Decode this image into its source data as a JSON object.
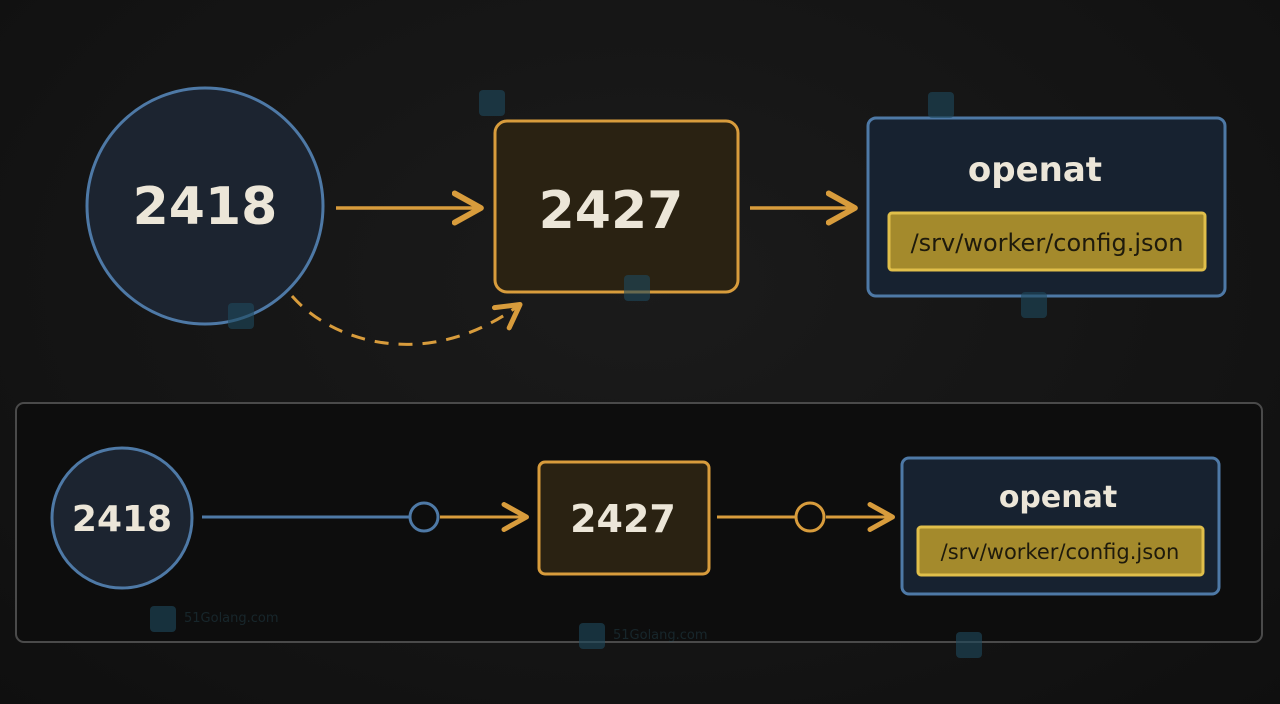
{
  "colors": {
    "background": "#141414",
    "process_blue": "#4e79a6",
    "process_fill": "#1c2430",
    "child_orange": "#d89c3c",
    "child_fill": "#2a2212",
    "target_blue": "#4e79a6",
    "target_fill": "#172230",
    "path_fill": "#a48a2c",
    "path_border": "#e0bf4a",
    "panel_border": "#4a4a4a",
    "panel_fill": "#0d0d0d",
    "edge_orange": "#d89c3c",
    "edge_blue": "#4e79a6"
  },
  "top": {
    "parent_pid": "2418",
    "child_pid": "2427",
    "syscall": "openat",
    "path": "/srv/worker/config.json"
  },
  "bottom": {
    "parent_pid": "2418",
    "child_pid": "2427",
    "syscall": "openat",
    "path": "/srv/worker/config.json"
  },
  "watermark": {
    "text": "51Golang.com"
  }
}
